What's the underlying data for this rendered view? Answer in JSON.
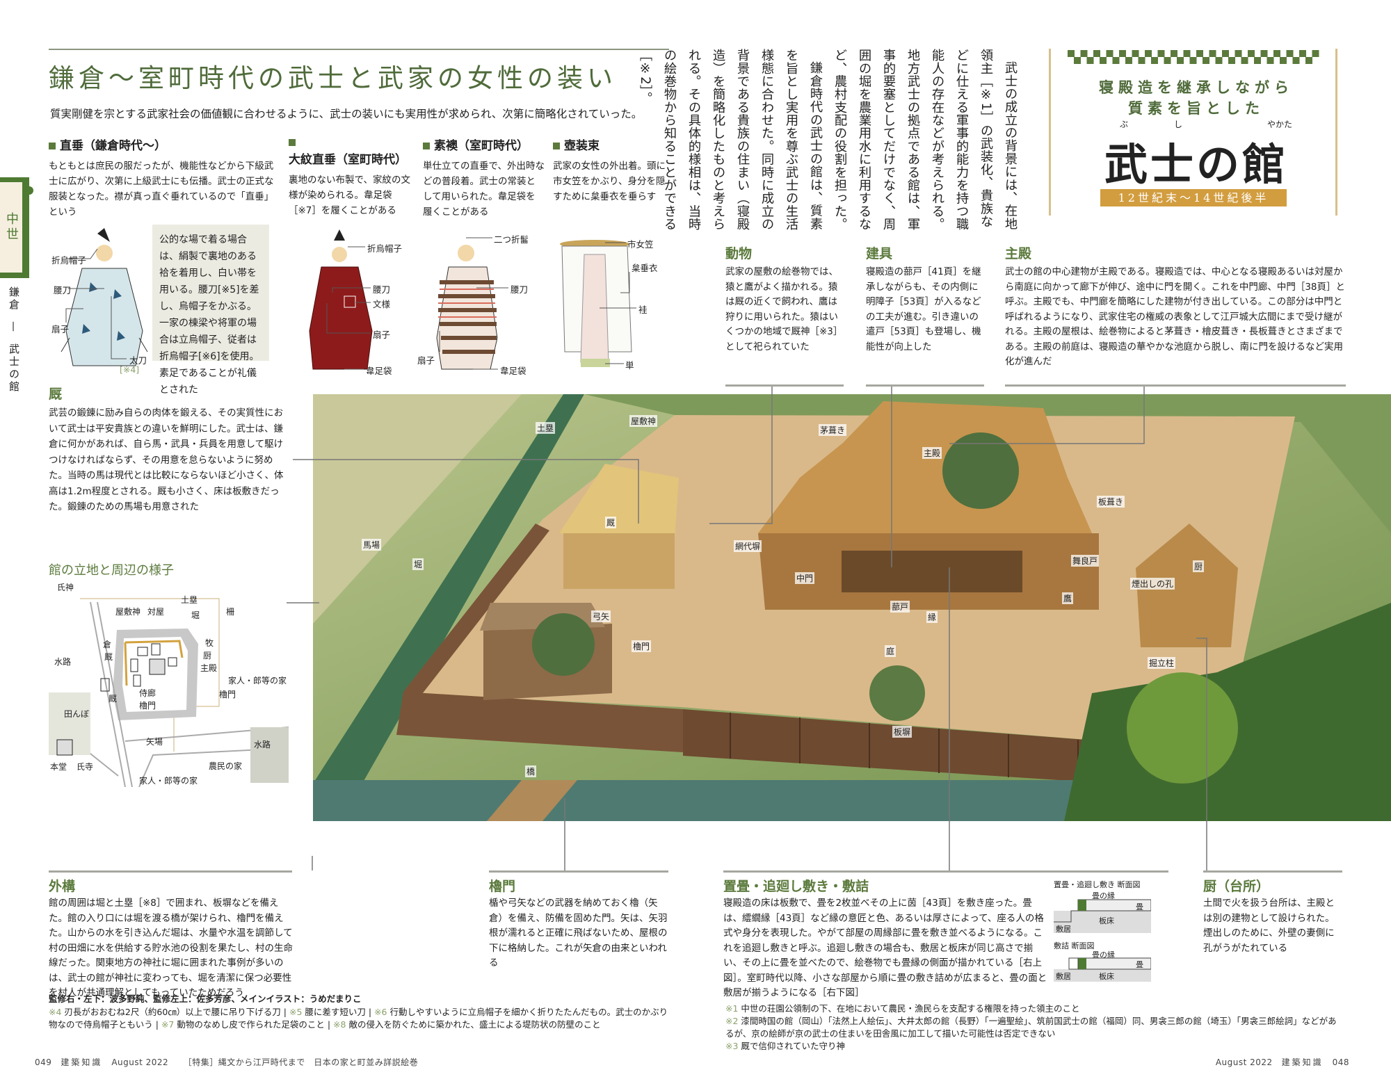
{
  "section_title": "鎌倉～室町時代の武士と武家の女性の装い",
  "lead": "質実剛健を宗とする武家社会の価値観に合わせるように、武士の装いにも実用性が求められ、次第に簡略化されていった。",
  "sidebar": {
    "era": "中世",
    "chapter": "鎌倉",
    "dash": "—",
    "topic": "武士の館"
  },
  "costumes": [
    {
      "heading": "直垂（鎌倉時代～）",
      "desc": "もともとは庶民の服だったが、機能性などから下級武士に広がり、次第に上級武士にも伝播。武士の正式な服装となった。襟が真っ直ぐ垂れているので「直垂」という",
      "labels": [
        "折烏帽子",
        "腰刀",
        "扇子",
        "太刀",
        "[※4]"
      ],
      "note": "公的な場で着る場合は、絹製で裏地のある袷を着用し、白い帯を用いる。腰刀[※5]を差し、烏帽子をかぶる。一家の棟梁や将軍の場合は立烏帽子、従者は折烏帽子[※6]を使用。素足であることが礼儀とされた"
    },
    {
      "heading": "大紋直垂（室町時代）",
      "desc": "裏地のない布製で、家紋の文様が染められる。韋足袋［※7］を履くことがある",
      "labels": [
        "折烏帽子",
        "腰刀",
        "文様",
        "扇子",
        "韋足袋"
      ]
    },
    {
      "heading": "素襖（室町時代）",
      "desc": "単仕立ての直垂で、外出時などの普段着。武士の常装として用いられた。韋足袋を履くことがある",
      "labels": [
        "二つ折髷",
        "腰刀",
        "扇子",
        "韋足袋"
      ]
    },
    {
      "heading": "壺装束",
      "desc": "武家の女性の外出着。頭に市女笠をかぶり、身分を隠すために枲垂衣を垂らす",
      "labels": [
        "市女笠",
        "枲垂衣",
        "袿",
        "単"
      ]
    }
  ],
  "umaya": {
    "heading": "厩",
    "text": "武芸の鍛錬に励み自らの肉体を鍛える、その実質性において武士は平安貴族との違いを鮮明にした。武士は、鎌倉に何かがあれば、自ら馬・武具・兵員を用意して駆けつけなければならず、その用意を怠らないように努めた。当時の馬は現代とは比較にならないほど小さく、体高は1.2m程度とされる。厩も小さく、床は板敷きだった。鍛錬のための馬場も用意された"
  },
  "map": {
    "title": "館の立地と周辺の様子",
    "labels": [
      "氏神",
      "屋敷神",
      "対屋",
      "土塁",
      "堀",
      "柵",
      "倉",
      "厩",
      "牧",
      "厨",
      "主殿",
      "水路",
      "家人・郎等の家",
      "厩",
      "侍廊",
      "櫓門",
      "櫓門",
      "田んぼ",
      "矢場",
      "水路",
      "本堂",
      "氏寺",
      "農民の家",
      "家人・郎等の家"
    ]
  },
  "intro": {
    "p1": "武士の成立の背景には、在地領主［※1］の武装化、貴族などに仕える軍事的能力を持つ職能人の存在などが考えられる。地方武士の拠点である館は、軍事的要塞としてだけでなく、周囲の堀を農業用水に利用するなど、農村支配の役割を担った。",
    "p2": "鎌倉時代の武士の館は、質素を旨とし実用を尊ぶ武士の生活様態に合わせた。同時に成立の背景である貴族の住まい（寝殿造）を簡略化したものと考えられる。その具体的様相は、当時の絵巻物から知ることができる［※2］。"
  },
  "hero": {
    "subtitle_1": "寝殿造を継承しながら",
    "subtitle_2": "質素を旨とした",
    "title": "武士の館",
    "ruby": [
      "ぶ",
      "し",
      "やかた"
    ],
    "period": "12世紀末～14世紀後半",
    "accent_color": "#5b7a3c",
    "badge_color": "#d29d3f"
  },
  "top_notes": [
    {
      "heading": "動物",
      "text": "武家の屋敷の絵巻物では、猿と鷹がよく描かれる。猿は厩の近くで飼われ、鷹は狩りに用いられた。猿はいくつかの地域で厩神［※3］として祀られていた"
    },
    {
      "heading": "建具",
      "text": "寝殿造の蔀戸［41頁］を継承しながらも、その内側に明障子［53頁］が入るなどの工夫が進む。引き違いの遣戸［53頁］も登場し、機能性が向上した"
    },
    {
      "heading": "主殿",
      "text": "武士の館の中心建物が主殿である。寝殿造では、中心となる寝殿あるいは対屋から南庭に向かって廊下が伸び、途中に門を開く。これを中門廊、中門［38頁］と呼ぶ。主殿でも、中門廊を簡略にした建物が付き出している。この部分は中門と呼ばれるようになり、武家住宅の権威の表象として江戸城大広間にまで受け継がれる。主殿の屋根は、絵巻物によると茅葺き・檜皮葺き・長板葺きとさまざまである。主殿の前庭は、寝殿造の華やかな池庭から脱し、南に門を設けるなど実用化が進んだ"
    }
  ],
  "illustration_labels": {
    "dorui": "土塁",
    "yashikigami": "屋敷神",
    "kayabuki": "茅葺き",
    "shuden": "主殿",
    "itabuki": "板葺き",
    "umaya": "厩",
    "baba": "馬場",
    "hori": "堀",
    "ajirobei": "網代塀",
    "chumon": "中門",
    "mairado": "舞良戸",
    "kuriya": "厨",
    "kemudashi": "煙出しの孔",
    "shitomido": "蔀戸",
    "en": "縁",
    "taka": "鷹",
    "yumiya": "弓矢",
    "yaguramon": "櫓門",
    "niwa": "庭",
    "hottatebashira": "掘立柱",
    "itabei": "板塀",
    "hashi": "橋"
  },
  "bottom_notes": [
    {
      "heading": "外構",
      "text": "館の周囲は堀と土塁［※8］で囲まれ、板塀などを備えた。館の入り口には堀を渡る橋が架けられ、櫓門を備えた。山からの水を引き込んだ堀は、水量や水温を調節して村の田畑に水を供給する貯水池の役割を果たし、村の生命線だった。関東地方の神社に堀に囲まれた事例が多いのは、武士の館が神社に変わっても、堀を清潔に保つ必要性を村人が共通理解としてもっていたためだろう"
    },
    {
      "heading": "櫓門",
      "text": "楯や弓矢などの武器を納めておく櫓（矢倉）を備え、防備を固めた門。矢は、矢羽根が濡れると正確に飛ばないため、屋根の下に格納した。これが矢倉の由来といわれる"
    },
    {
      "heading": "置畳・追廻し敷き・敷詰",
      "text": "寝殿造の床は板敷で、畳を2枚並べその上に茵［43頁］を敷き座った。畳は、繧繝縁［43頁］など縁の意匠と色、あるいは厚さによって、座る人の格式や身分を表現した。やがて部屋の周縁部に畳を敷き並べるようになる。これを追廻し敷きと呼ぶ。追廻し敷きの場合も、敷居と板床が同じ高さで揃い、その上に畳を並べたので、絵巻物でも畳縁の側面が描かれている［右上図］。室町時代以降、小さな部屋から順に畳の敷き詰めが広まると、畳の面と敷居が揃うようになる［右下図］"
    },
    {
      "heading": "厨（台所）",
      "text": "土間で火を扱う台所は、主殿とは別の建物として設けられた。煙出しのために、外壁の妻側に孔がうがたれている"
    }
  ],
  "diagrams": [
    {
      "title": "置畳・追廻し敷き 断面図",
      "labels": [
        "畳の縁",
        "畳",
        "板床",
        "敷居"
      ]
    },
    {
      "title": "敷詰 断面図",
      "labels": [
        "畳の縁",
        "畳",
        "板床",
        "敷居"
      ]
    }
  ],
  "credits": "監修右・左下：波多野純、監修左上：佐多芳彦、メインイラスト：うめだまりこ",
  "footnotes_left": [
    {
      "mark": "※4",
      "text": "刃長がおおむね2尺（約60㎝）以上で腰に吊り下げる刀"
    },
    {
      "mark": "※5",
      "text": "腰に差す短い刀"
    },
    {
      "mark": "※6",
      "text": "行動しやすいように立烏帽子を細かく折りたたんだもの。武士のかぶり物なので侍烏帽子ともいう"
    },
    {
      "mark": "※7",
      "text": "動物のなめし皮で作られた足袋のこと"
    },
    {
      "mark": "※8",
      "text": "敵の侵入を防ぐために築かれた、盛土による堤防状の防壁のこと"
    }
  ],
  "footnotes_right": [
    {
      "mark": "※1",
      "text": "中世の荘園公領制の下、在地において農民・漁民らを支配する権限を持った領主のこと"
    },
    {
      "mark": "※2",
      "text": "漆間時国の館（岡山）「法然上人絵伝」、大井太郎の館（長野）「一遍聖絵」、筑前国武士の館（福岡）同、男衾三郎の館（埼玉）「男衾三郎絵詞」などがあるが、京の絵師が京の武士の住まいを田舎風に加工して描いた可能性は否定できない"
    },
    {
      "mark": "※3",
      "text": "厩で信仰されていた守り神"
    }
  ],
  "footer_left": {
    "page": "049",
    "magazine": "建築知識",
    "issue": "August 2022",
    "feature": "［特集］縄文から江戸時代まで　日本の家と町並み詳説絵巻"
  },
  "footer_right": {
    "issue": "August 2022",
    "magazine": "建築知識",
    "page": "048"
  }
}
